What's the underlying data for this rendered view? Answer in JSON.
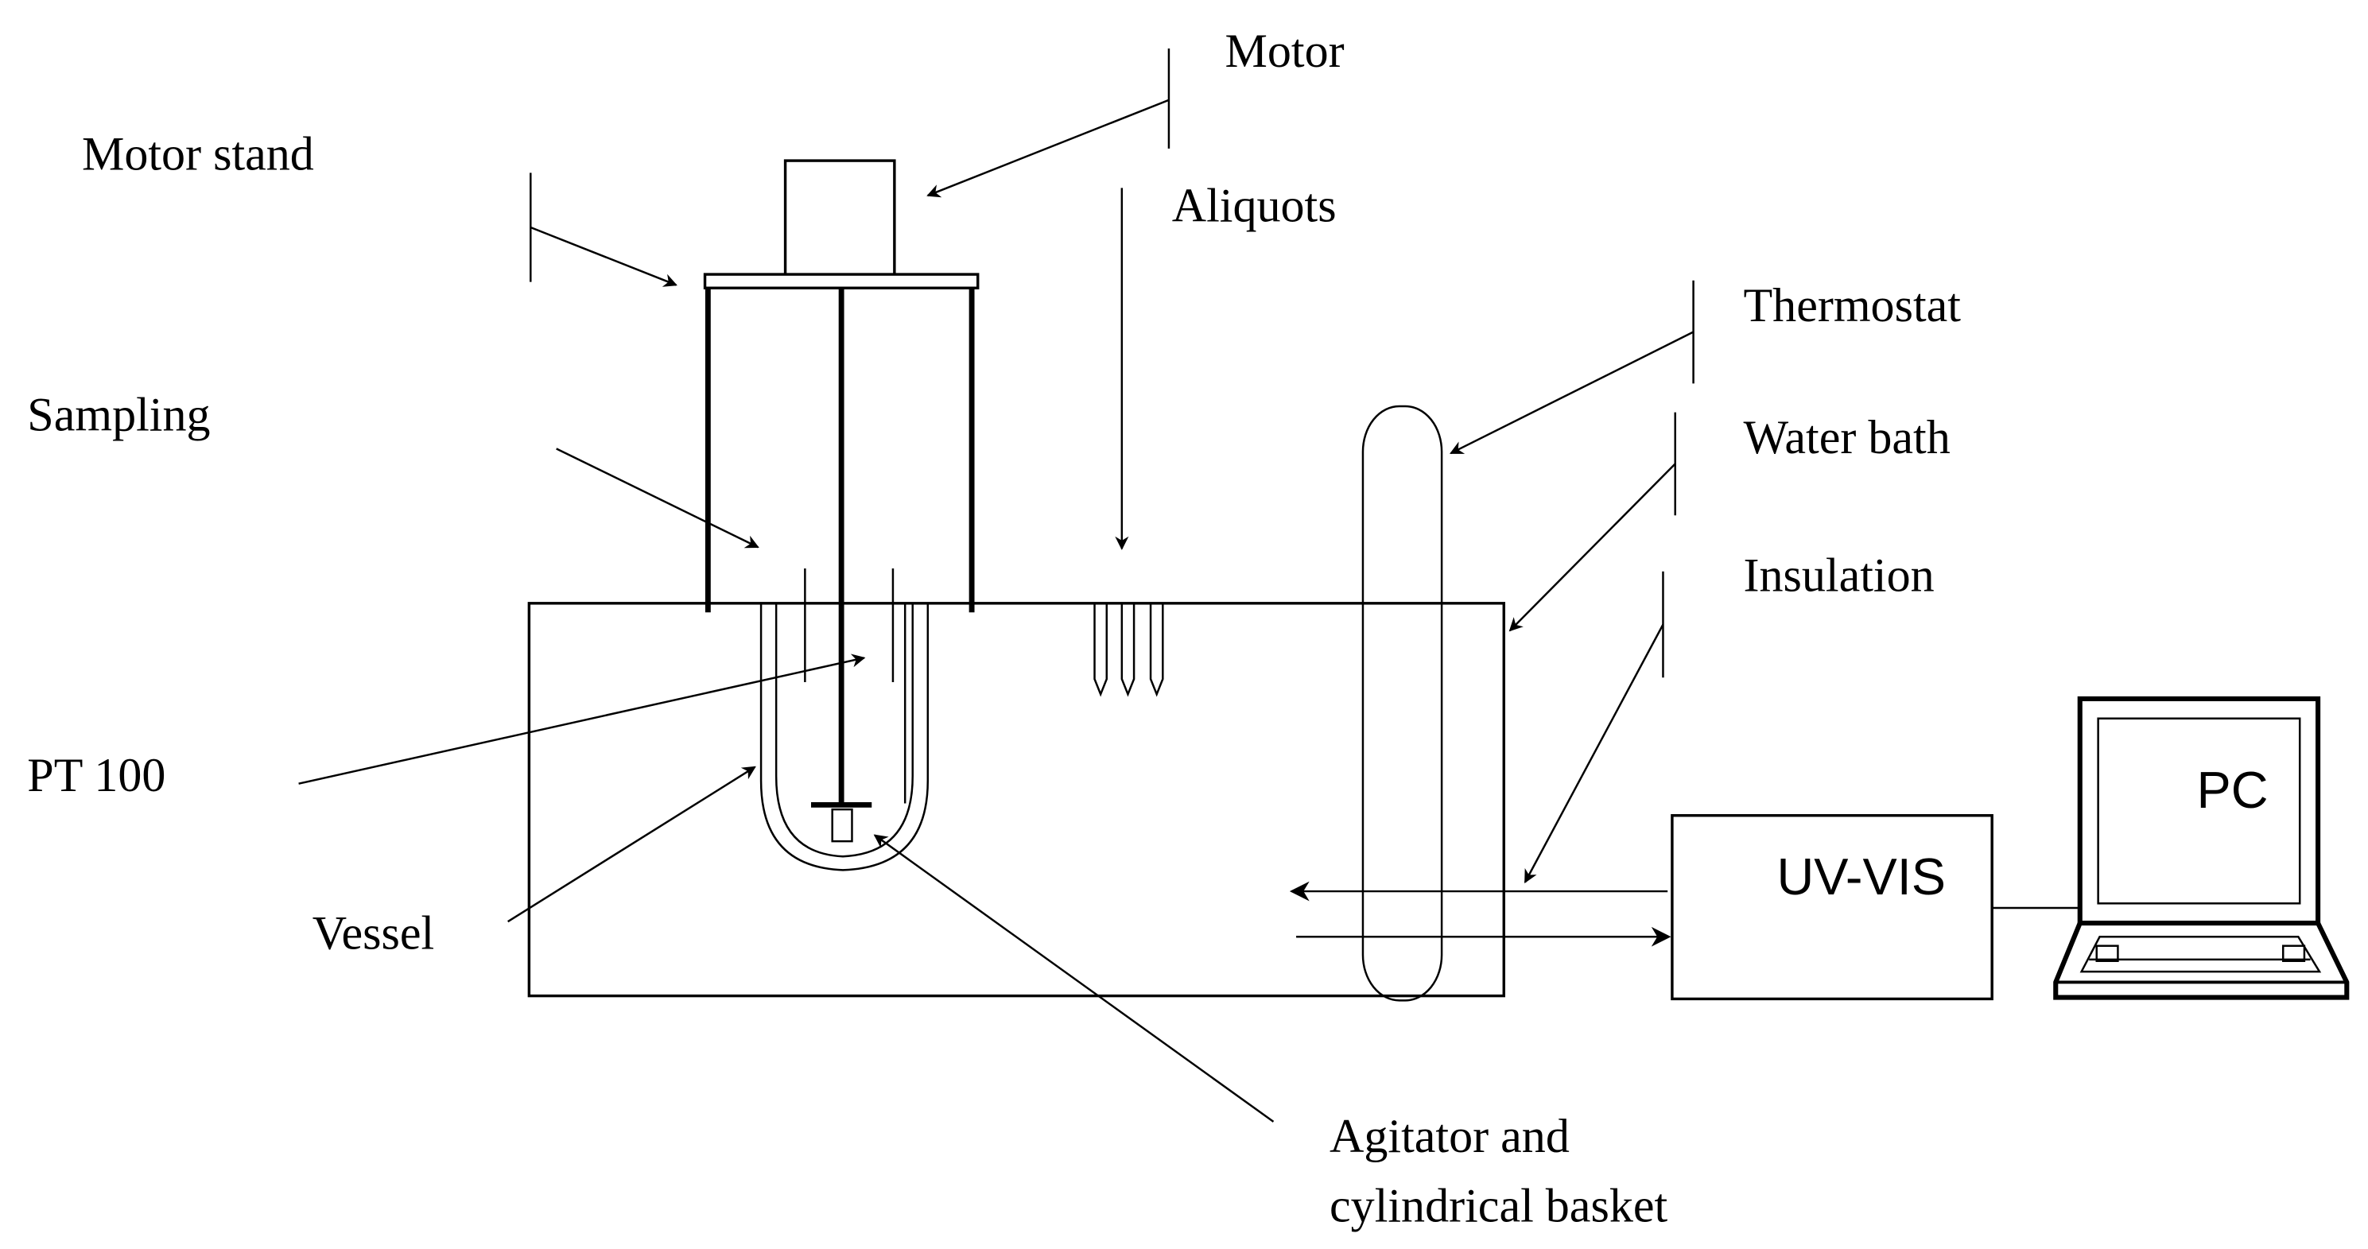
{
  "labels": {
    "motor": "Motor",
    "motor_stand": "Motor stand",
    "aliquots": "Aliquots",
    "thermostat": "Thermostat",
    "sampling": "Sampling",
    "water_bath": "Water bath",
    "insulation": "Insulation",
    "pt100": "PT 100",
    "vessel": "Vessel",
    "uv_vis": "UV-VIS",
    "pc": "PC",
    "agitator_line1": "Agitator and",
    "agitator_line2": "cylindrical basket"
  },
  "colors": {
    "stroke": "#000000",
    "background": "#ffffff"
  }
}
